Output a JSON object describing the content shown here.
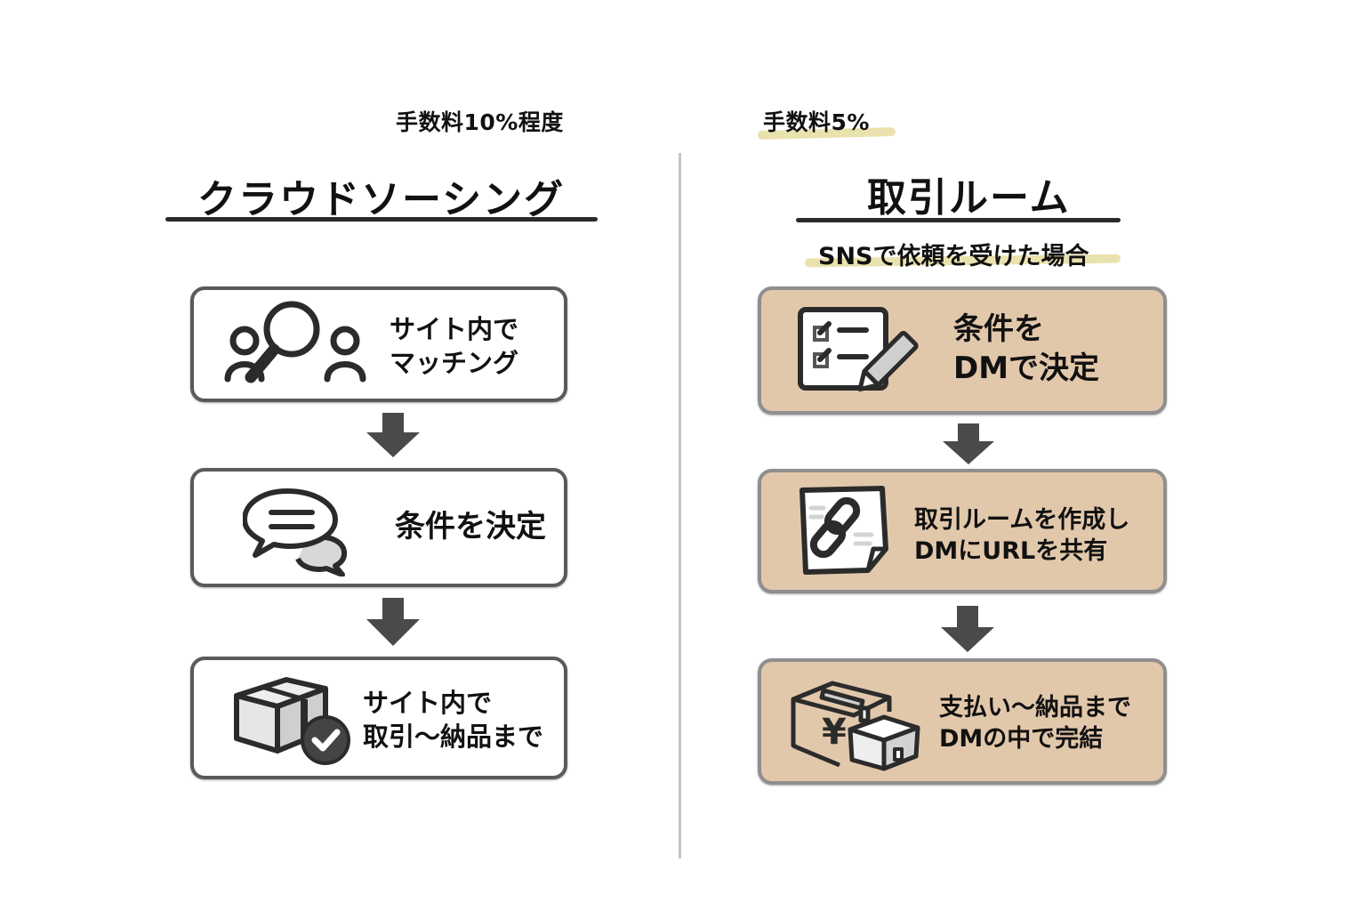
{
  "left": {
    "fee_note": "手数料10%程度",
    "title": "クラウドソーシング",
    "steps": [
      {
        "icon": "people-search-icon",
        "lines": [
          "サイト内で",
          "マッチング"
        ]
      },
      {
        "icon": "chat-bubbles-icon",
        "lines": [
          "条件を決定"
        ]
      },
      {
        "icon": "box-check-icon",
        "lines": [
          "サイト内で",
          "取引〜納品まで"
        ]
      }
    ]
  },
  "right": {
    "fee_note": "手数料5%",
    "title": "取引ルーム",
    "subtitle": "SNSで依頼を受けた場合",
    "steps": [
      {
        "icon": "checklist-pencil-icon",
        "lines": [
          "条件を",
          "DMで決定"
        ]
      },
      {
        "icon": "link-document-icon",
        "lines": [
          "取引ルームを作成し",
          "DMにURLを共有"
        ]
      },
      {
        "icon": "yen-boxes-icon",
        "lines": [
          "支払い〜納品まで",
          "DMの中で完結"
        ]
      }
    ]
  },
  "colors": {
    "tan_card": "#e2c8ab",
    "highlight": "#e6dda0",
    "arrow": "#4a4a4a",
    "divider": "#c4c4c4"
  }
}
